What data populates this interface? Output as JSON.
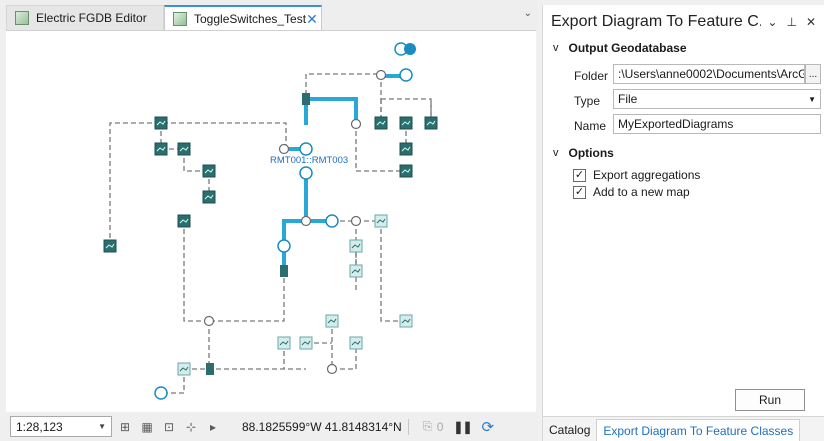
{
  "tabs": [
    {
      "label": "Electric FGDB Editor"
    },
    {
      "label": "ToggleSwitches_Test"
    }
  ],
  "map": {
    "callout_label": "RMT001::RMT003",
    "nodes": [
      {
        "id": "n1",
        "kind": "source"
      },
      {
        "id": "n2",
        "kind": "source"
      },
      {
        "id": "n3",
        "kind": "switch"
      },
      {
        "id": "n4",
        "kind": "breaker"
      },
      {
        "id": "n5",
        "kind": "switch"
      },
      {
        "id": "n6",
        "kind": "switch"
      },
      {
        "id": "n7",
        "kind": "switch"
      },
      {
        "id": "n8",
        "kind": "breaker"
      },
      {
        "id": "n9",
        "kind": "breaker"
      },
      {
        "id": "n10",
        "kind": "source"
      }
    ]
  },
  "status": {
    "scale": "1:28,123",
    "coordinates": "88.1825599°W 41.8148314°N",
    "selected_count": "0"
  },
  "gp": {
    "title": "Export Diagram To Feature C...",
    "section_output": "Output Geodatabase",
    "folder_label": "Folder",
    "folder_value": ":\\Users\\anne0002\\Documents\\ArcG",
    "browse_label": "...",
    "type_label": "Type",
    "type_value": "File",
    "name_label": "Name",
    "name_value": "MyExportedDiagrams",
    "section_options": "Options",
    "opt_aggregations": "Export aggregations",
    "opt_new_map": "Add to a new map",
    "run_label": "Run",
    "bottom_tabs": [
      "Catalog",
      "Export Diagram To Feature Classes"
    ]
  },
  "colors": {
    "energized": "#29a8d8",
    "dashed": "#7a7a7a",
    "tab_accent": "#3a8fd6"
  }
}
